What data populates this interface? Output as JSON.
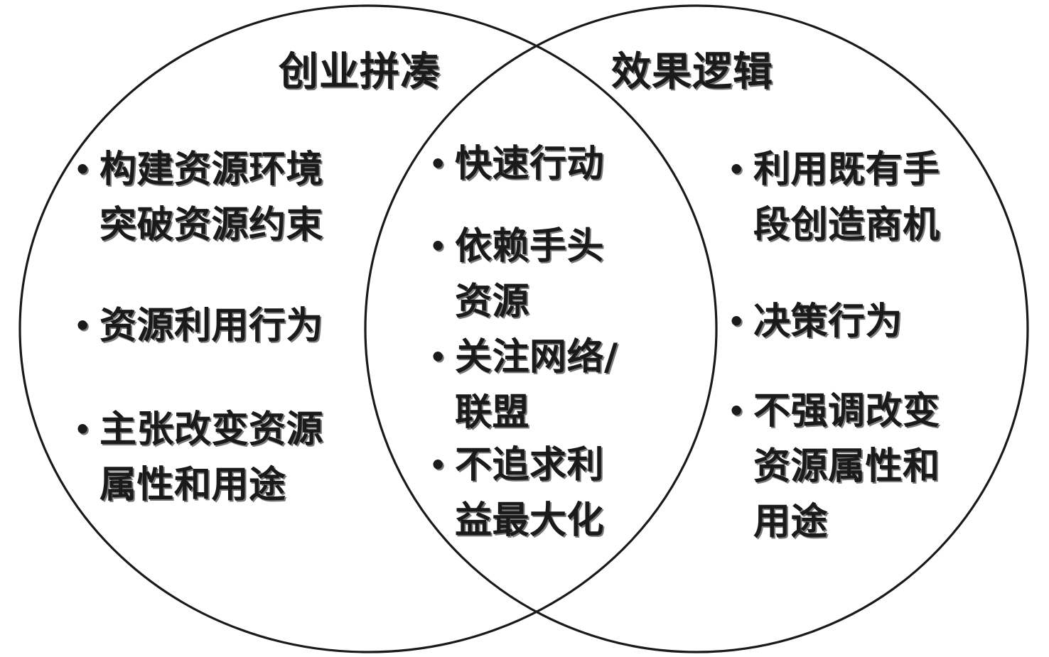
{
  "diagram": {
    "left": {
      "title": "创业拼凑",
      "items": [
        [
          "构建资源环境",
          "突破资源约束"
        ],
        [
          "资源利用行为"
        ],
        [
          "主张改变资源",
          "属性和用途"
        ]
      ]
    },
    "overlap": {
      "items": [
        [
          "快速行动"
        ],
        [
          "依赖手头",
          "资源"
        ],
        [
          "关注网络/",
          "联盟"
        ],
        [
          "不追求利",
          "益最大化"
        ]
      ]
    },
    "right": {
      "title": "效果逻辑",
      "items": [
        [
          "利用既有手",
          "段创造商机"
        ],
        [
          "决策行为"
        ],
        [
          "不强调改变",
          "资源属性和",
          "用途"
        ]
      ]
    },
    "bullet": "•"
  }
}
